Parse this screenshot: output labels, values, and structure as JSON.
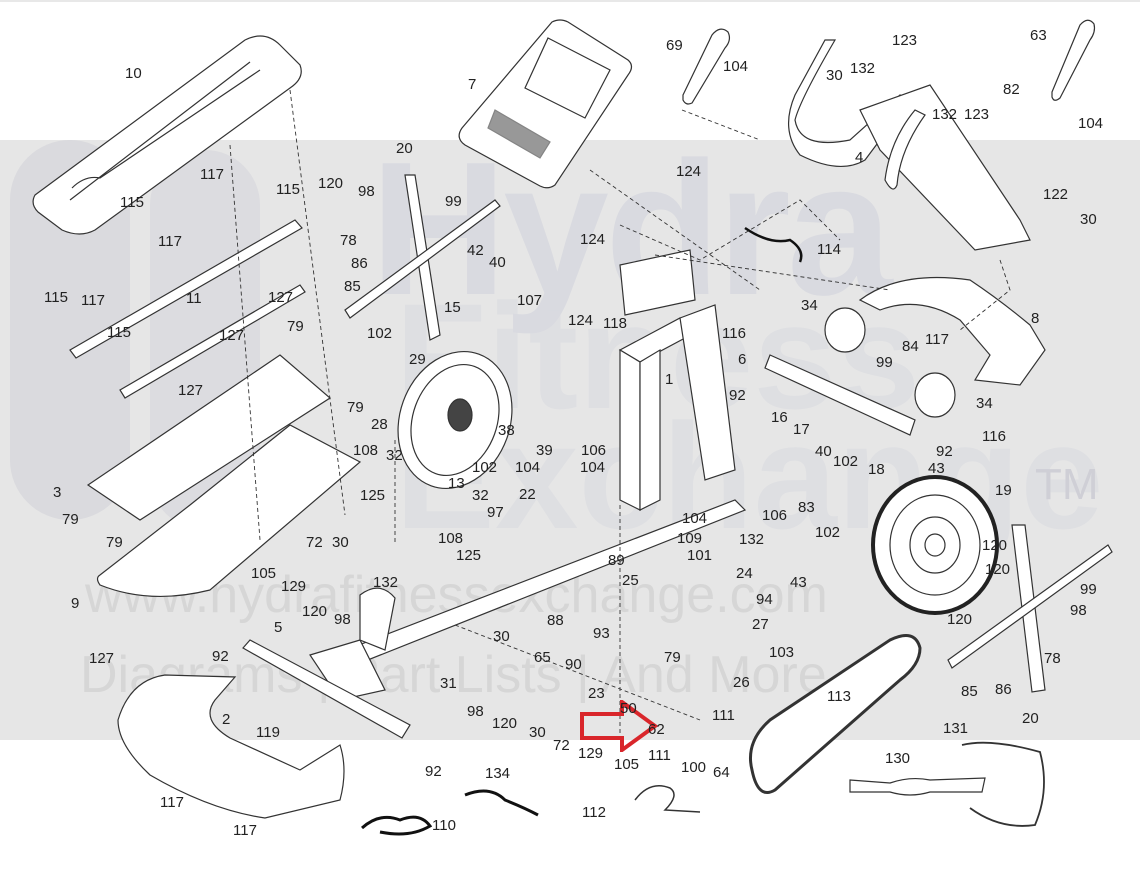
{
  "watermark": {
    "brand_line1": "Hydra",
    "brand_line2": "Fitness",
    "brand_line3": "Exchange",
    "trademark": "TM",
    "url": "www.hydrafitnessexchange.com",
    "tagline": "Diagrams | Part Lists | And More"
  },
  "highlight": {
    "arrow_color": "#d9262b",
    "points_to_part": "62"
  },
  "parts": [
    {
      "id": "p10",
      "label": "10"
    },
    {
      "id": "p7",
      "label": "7"
    },
    {
      "id": "p69",
      "label": "69"
    },
    {
      "id": "p104a",
      "label": "104"
    },
    {
      "id": "p123a",
      "label": "123"
    },
    {
      "id": "p30a",
      "label": "30"
    },
    {
      "id": "p132a",
      "label": "132"
    },
    {
      "id": "p63",
      "label": "63"
    },
    {
      "id": "p82",
      "label": "82"
    },
    {
      "id": "p104b",
      "label": "104"
    },
    {
      "id": "p132b",
      "label": "132"
    },
    {
      "id": "p123b",
      "label": "123"
    },
    {
      "id": "p4",
      "label": "4"
    },
    {
      "id": "p122",
      "label": "122"
    },
    {
      "id": "p30b",
      "label": "30"
    },
    {
      "id": "p117a",
      "label": "117"
    },
    {
      "id": "p115a",
      "label": "115"
    },
    {
      "id": "p117b",
      "label": "117"
    },
    {
      "id": "p115b",
      "label": "115"
    },
    {
      "id": "p117c",
      "label": "117"
    },
    {
      "id": "p115c",
      "label": "115"
    },
    {
      "id": "p20a",
      "label": "20"
    },
    {
      "id": "p120a",
      "label": "120"
    },
    {
      "id": "p98a",
      "label": "98"
    },
    {
      "id": "p99a",
      "label": "99"
    },
    {
      "id": "p78a",
      "label": "78"
    },
    {
      "id": "p42",
      "label": "42"
    },
    {
      "id": "p40a",
      "label": "40"
    },
    {
      "id": "p86a",
      "label": "86"
    },
    {
      "id": "p85a",
      "label": "85"
    },
    {
      "id": "p124a",
      "label": "124"
    },
    {
      "id": "p124b",
      "label": "124"
    },
    {
      "id": "p114",
      "label": "114"
    },
    {
      "id": "p11",
      "label": "11"
    },
    {
      "id": "p127a",
      "label": "127"
    },
    {
      "id": "p79a",
      "label": "79"
    },
    {
      "id": "p127b",
      "label": "127"
    },
    {
      "id": "p115d",
      "label": "115"
    },
    {
      "id": "p15",
      "label": "15"
    },
    {
      "id": "p107",
      "label": "107"
    },
    {
      "id": "p124c",
      "label": "124"
    },
    {
      "id": "p118",
      "label": "118"
    },
    {
      "id": "p34a",
      "label": "34"
    },
    {
      "id": "p8",
      "label": "8"
    },
    {
      "id": "p116a",
      "label": "116"
    },
    {
      "id": "p117d",
      "label": "117"
    },
    {
      "id": "p84",
      "label": "84"
    },
    {
      "id": "p6",
      "label": "6"
    },
    {
      "id": "p99b",
      "label": "99"
    },
    {
      "id": "p92a",
      "label": "92"
    },
    {
      "id": "p34b",
      "label": "34"
    },
    {
      "id": "p102a",
      "label": "102"
    },
    {
      "id": "p29",
      "label": "29"
    },
    {
      "id": "p1",
      "label": "1"
    },
    {
      "id": "p127c",
      "label": "127"
    },
    {
      "id": "p79b",
      "label": "79"
    },
    {
      "id": "p28",
      "label": "28"
    },
    {
      "id": "p38",
      "label": "38"
    },
    {
      "id": "p39",
      "label": "39"
    },
    {
      "id": "p106a",
      "label": "106"
    },
    {
      "id": "p16",
      "label": "16"
    },
    {
      "id": "p17",
      "label": "17"
    },
    {
      "id": "p116b",
      "label": "116"
    },
    {
      "id": "p92b",
      "label": "92"
    },
    {
      "id": "p108a",
      "label": "108"
    },
    {
      "id": "p32a",
      "label": "32"
    },
    {
      "id": "p102b",
      "label": "102"
    },
    {
      "id": "p104c",
      "label": "104"
    },
    {
      "id": "p104d",
      "label": "104"
    },
    {
      "id": "p40b",
      "label": "40"
    },
    {
      "id": "p102c",
      "label": "102"
    },
    {
      "id": "p18",
      "label": "18"
    },
    {
      "id": "p43a",
      "label": "43"
    },
    {
      "id": "p19",
      "label": "19"
    },
    {
      "id": "p3",
      "label": "3"
    },
    {
      "id": "p125a",
      "label": "125"
    },
    {
      "id": "p13",
      "label": "13"
    },
    {
      "id": "p22",
      "label": "22"
    },
    {
      "id": "p32b",
      "label": "32"
    },
    {
      "id": "p83",
      "label": "83"
    },
    {
      "id": "p104e",
      "label": "104"
    },
    {
      "id": "p106b",
      "label": "106"
    },
    {
      "id": "p79c",
      "label": "79"
    },
    {
      "id": "p97",
      "label": "97"
    },
    {
      "id": "p132c",
      "label": "132"
    },
    {
      "id": "p102d",
      "label": "102"
    },
    {
      "id": "p79d",
      "label": "79"
    },
    {
      "id": "p108b",
      "label": "108"
    },
    {
      "id": "p109",
      "label": "109"
    },
    {
      "id": "p72a",
      "label": "72"
    },
    {
      "id": "p30c",
      "label": "30"
    },
    {
      "id": "p125b",
      "label": "125"
    },
    {
      "id": "p101",
      "label": "101"
    },
    {
      "id": "p120b",
      "label": "120"
    },
    {
      "id": "p105a",
      "label": "105"
    },
    {
      "id": "p129a",
      "label": "129"
    },
    {
      "id": "p89",
      "label": "89"
    },
    {
      "id": "p24",
      "label": "24"
    },
    {
      "id": "p9",
      "label": "9"
    },
    {
      "id": "p132d",
      "label": "132"
    },
    {
      "id": "p25",
      "label": "25"
    },
    {
      "id": "p43b",
      "label": "43"
    },
    {
      "id": "p99c",
      "label": "99"
    },
    {
      "id": "p120c",
      "label": "120"
    },
    {
      "id": "p98b",
      "label": "98"
    },
    {
      "id": "p94",
      "label": "94"
    },
    {
      "id": "p120d",
      "label": "120"
    },
    {
      "id": "p98c",
      "label": "98"
    },
    {
      "id": "p88",
      "label": "88"
    },
    {
      "id": "p127d",
      "label": "127"
    },
    {
      "id": "p93",
      "label": "93"
    },
    {
      "id": "p27",
      "label": "27"
    },
    {
      "id": "p103",
      "label": "103"
    },
    {
      "id": "p78b",
      "label": "78"
    },
    {
      "id": "p5",
      "label": "5"
    },
    {
      "id": "p30d",
      "label": "30"
    },
    {
      "id": "p65",
      "label": "65"
    },
    {
      "id": "p90",
      "label": "90"
    },
    {
      "id": "p79e",
      "label": "79"
    },
    {
      "id": "p92c",
      "label": "92"
    },
    {
      "id": "p26",
      "label": "26"
    },
    {
      "id": "p120e",
      "label": "120"
    },
    {
      "id": "p85b",
      "label": "85"
    },
    {
      "id": "p86b",
      "label": "86"
    },
    {
      "id": "p31",
      "label": "31"
    },
    {
      "id": "p23",
      "label": "23"
    },
    {
      "id": "p98d",
      "label": "98"
    },
    {
      "id": "p120f",
      "label": "120"
    },
    {
      "id": "p50",
      "label": "50"
    },
    {
      "id": "p113",
      "label": "113"
    },
    {
      "id": "p2",
      "label": "2"
    },
    {
      "id": "p119",
      "label": "119"
    },
    {
      "id": "p30e",
      "label": "30"
    },
    {
      "id": "p111a",
      "label": "111"
    },
    {
      "id": "p62",
      "label": "62"
    },
    {
      "id": "p20b",
      "label": "20"
    },
    {
      "id": "p72b",
      "label": "72"
    },
    {
      "id": "p129b",
      "label": "129"
    },
    {
      "id": "p111b",
      "label": "111"
    },
    {
      "id": "p131",
      "label": "131"
    },
    {
      "id": "p105b",
      "label": "105"
    },
    {
      "id": "p100",
      "label": "100"
    },
    {
      "id": "p64",
      "label": "64"
    },
    {
      "id": "p92d",
      "label": "92"
    },
    {
      "id": "p134",
      "label": "134"
    },
    {
      "id": "p130",
      "label": "130"
    },
    {
      "id": "p117e",
      "label": "117"
    },
    {
      "id": "p112",
      "label": "112"
    },
    {
      "id": "p110",
      "label": "110"
    },
    {
      "id": "p117f",
      "label": "117"
    }
  ]
}
